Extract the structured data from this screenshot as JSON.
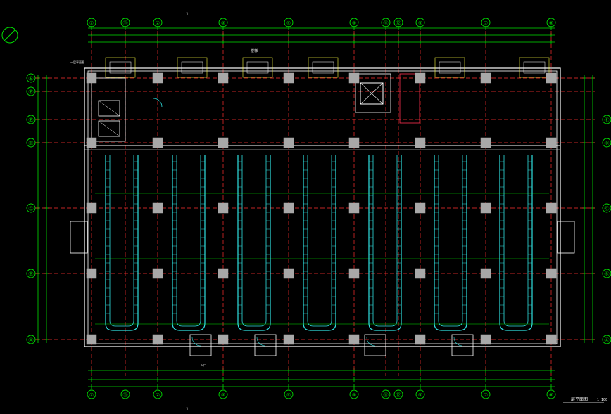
{
  "drawing": {
    "title": "一层平面图",
    "scale": "1:100",
    "page_marks": [
      "1",
      "1"
    ]
  },
  "grid": {
    "columns": [
      "①",
      "⑪",
      "②",
      "③",
      "④",
      "⑤",
      "⑪",
      "⑫",
      "⑥",
      "⑦",
      "⑧"
    ],
    "rows": [
      "Ⓔ",
      "Ⓔ",
      "Ⓔ",
      "Ⓓ",
      "Ⓒ",
      "Ⓑ",
      "Ⓐ"
    ]
  },
  "labels": {
    "top_annotation": "楼梯",
    "left_note": "一层平面图",
    "bottom_note": "入口"
  },
  "colors": {
    "background": "#000000",
    "grid_axis": "#ff3030",
    "walls": "#ffffff",
    "dimensions": "#00e000",
    "columns": "#a8a8a8",
    "racks": "#30e0e0",
    "equipment": "#ffff40",
    "stair_outline": "#ff3050"
  }
}
